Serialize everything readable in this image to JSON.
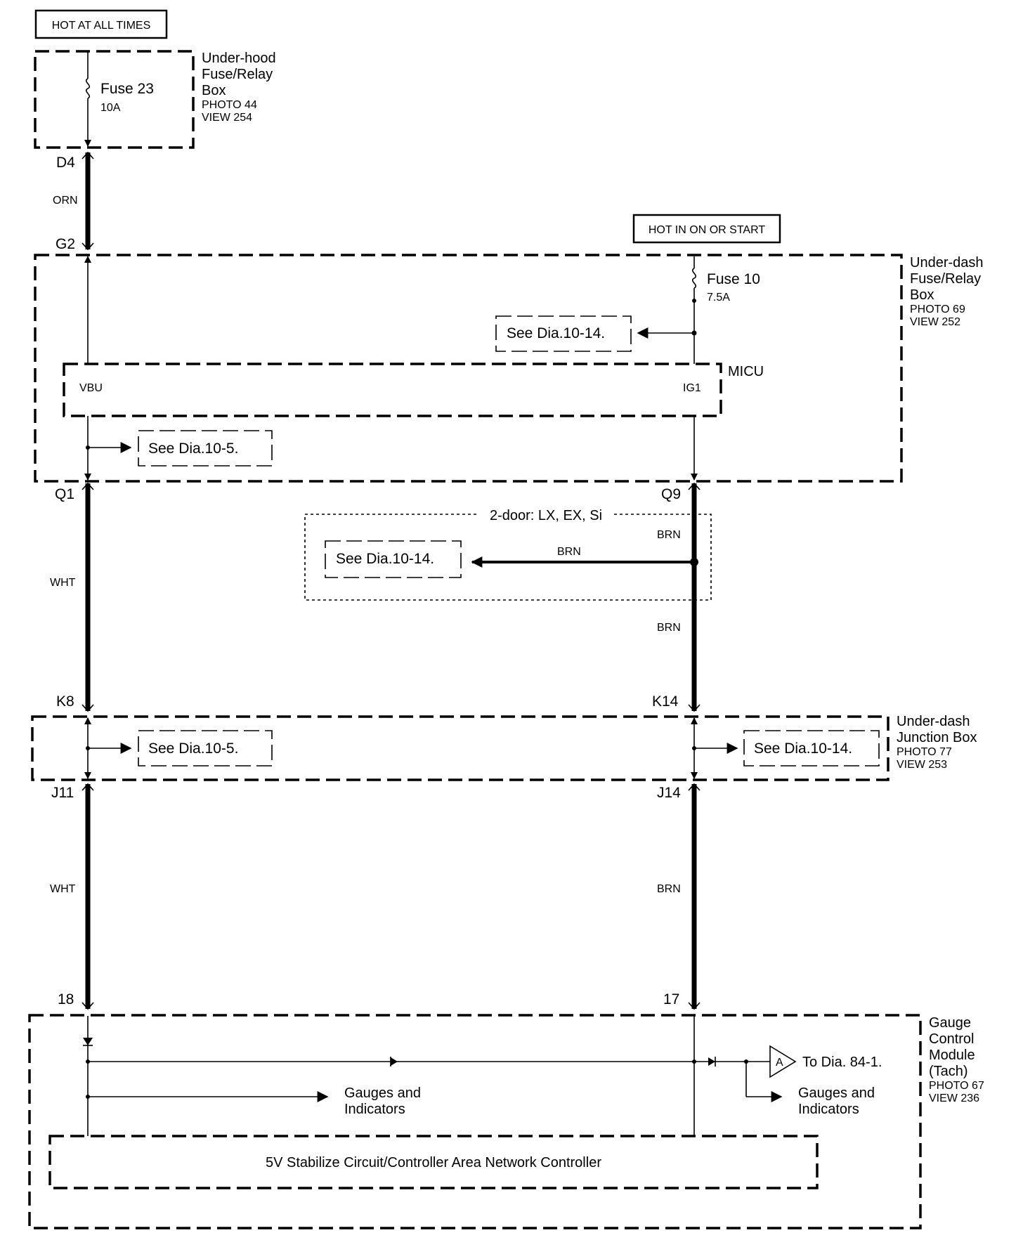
{
  "power_labels": {
    "hot_at_all_times": "HOT AT ALL TIMES",
    "hot_in_on_or_start": "HOT IN ON OR START"
  },
  "underhood_box": {
    "name_lines": [
      "Under-hood",
      "Fuse/Relay",
      "Box"
    ],
    "photo": "PHOTO 44",
    "view": "VIEW 254",
    "fuse_name": "Fuse 23",
    "fuse_rating": "10A"
  },
  "underdash_fuse_box": {
    "name_lines": [
      "Under-dash",
      "Fuse/Relay",
      "Box"
    ],
    "photo": "PHOTO 69",
    "view": "VIEW 252",
    "fuse_name": "Fuse 10",
    "fuse_rating": "7.5A",
    "see_ref_right": "See Dia.10-14.",
    "see_ref_left": "See Dia.10-5."
  },
  "micu": {
    "name": "MICU",
    "pin_left": "VBU",
    "pin_right": "IG1"
  },
  "variant_box": {
    "label": "2-door: LX, EX, Si",
    "see_ref": "See Dia.10-14.",
    "wire_branch": "BRN",
    "wire_main": "BRN"
  },
  "junction_box": {
    "name_lines": [
      "Under-dash",
      "Junction Box"
    ],
    "photo": "PHOTO 77",
    "view": "VIEW 253",
    "see_ref_left": "See Dia.10-5.",
    "see_ref_right": "See Dia.10-14."
  },
  "gauge_module": {
    "name_lines": [
      "Gauge",
      "Control",
      "Module",
      "(Tach)"
    ],
    "photo": "PHOTO 67",
    "view": "VIEW 236",
    "connector_letter": "A",
    "to_dia": "To Dia. 84-1.",
    "gauges_left_lines": [
      "Gauges and",
      "Indicators"
    ],
    "gauges_right_lines": [
      "Gauges and",
      "Indicators"
    ],
    "controller": "5V Stabilize Circuit/Controller Area Network Controller"
  },
  "pins": {
    "d4": "D4",
    "g2": "G2",
    "q1": "Q1",
    "q9": "Q9",
    "k8": "K8",
    "k14": "K14",
    "j11": "J11",
    "j14": "J14",
    "p18": "18",
    "p17": "17"
  },
  "wires": {
    "orn": "ORN",
    "wht_upper": "WHT",
    "brn_upper": "BRN",
    "wht_lower": "WHT",
    "brn_lower": "BRN"
  }
}
